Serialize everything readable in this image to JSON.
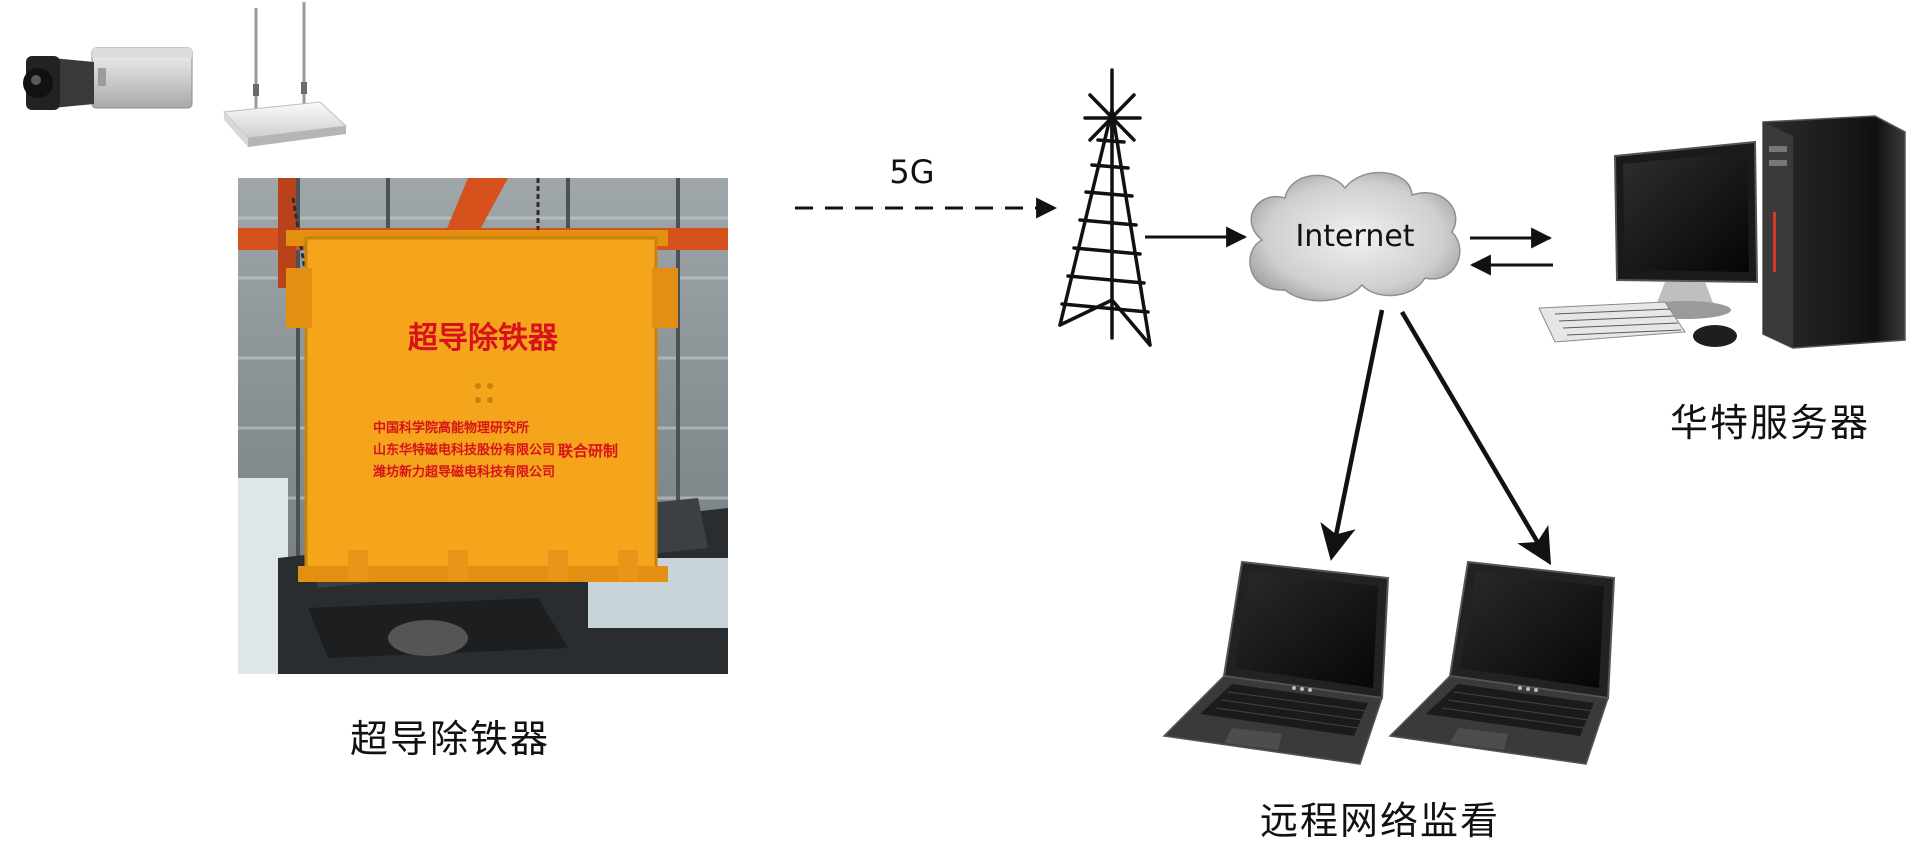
{
  "link_label": "5G",
  "cloud_label": "Internet",
  "separator_caption": "超导除铁器",
  "server_caption": "华特服务器",
  "remote_caption": "远程网络监看",
  "panel": {
    "title": "超导除铁器",
    "lines": [
      "中国科学院高能物理研究所",
      "山东华特磁电科技股份有限公司",
      "潍坊新力超导磁电科技有限公司"
    ],
    "side": "联合研制"
  },
  "colors": {
    "panel": "#f4a51c",
    "panel_text": "#d8121b",
    "girder": "#d6521c",
    "ink": "#111111",
    "screen": "#0c0c0c",
    "cloud": "#c9c9c9"
  }
}
